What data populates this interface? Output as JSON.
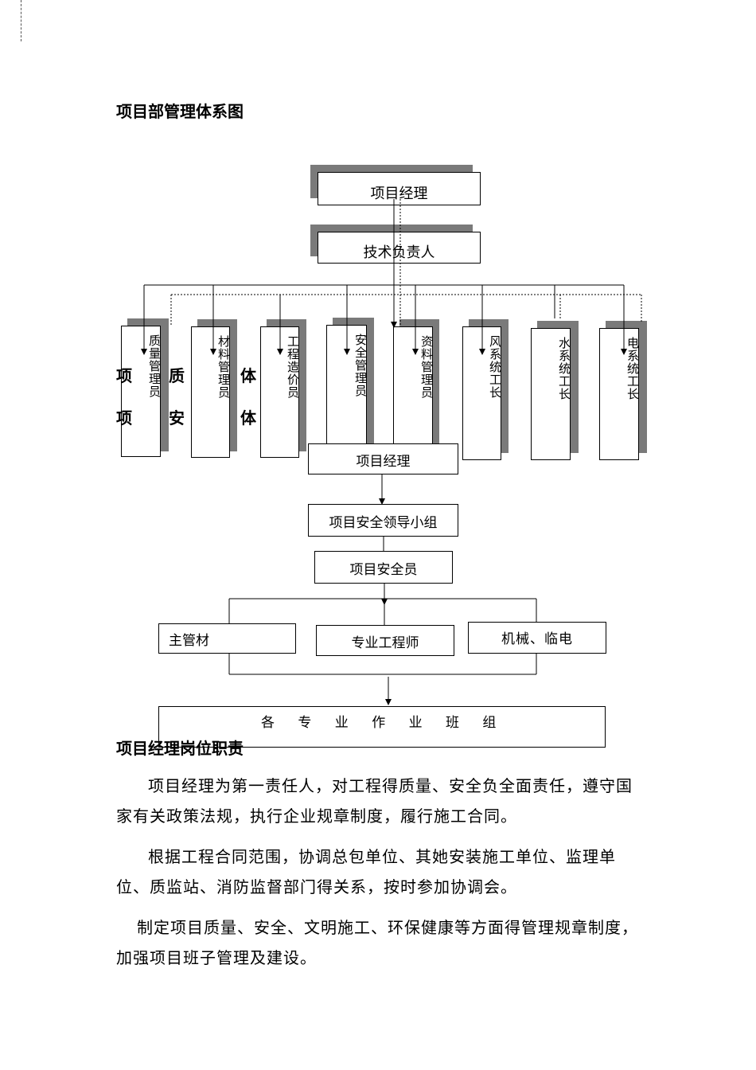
{
  "page_title": "项目部管理体系图",
  "org_chart": {
    "top": "项目经理",
    "second": "技术负责人",
    "staff": [
      "质量管理员",
      "材料管理员",
      "工程造价员",
      "安全管理员",
      "资料管理员",
      "风系统工长",
      "水系统工长",
      "电系统工长"
    ]
  },
  "overlap_text": {
    "row1_a": "项",
    "row1_b": "质",
    "row1_c": "体",
    "row2_a": "项",
    "row2_b": "安",
    "row2_c": "体"
  },
  "safety_chart": {
    "manager": "项目经理",
    "leader_group": "项目安全领导小组",
    "safety_officer": "项目安全员",
    "left_box": "主管材",
    "middle_box": "专业工程师",
    "right_box": "机械、临电",
    "bottom_box": "各 专 业 作 业 班 组"
  },
  "section_heading": "项目经理岗位职责",
  "paragraphs": [
    "项目经理为第一责任人，对工程得质量、安全负全面责任，遵守国家有关政策法规，执行企业规章制度，履行施工合同。",
    "根据工程合同范围，协调总包单位、其她安装施工单位、监理单位、质监站、消防监督部门得关系，按时参加协调会。",
    "制定项目质量、安全、文明施工、环保健康等方面得管理规章制度，加强项目班子管理及建设。"
  ]
}
